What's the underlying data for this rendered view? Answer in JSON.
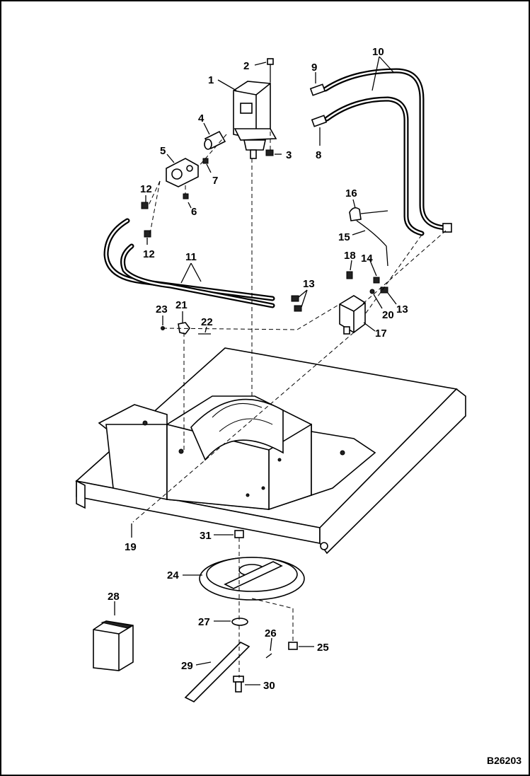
{
  "diagram": {
    "reference_code": "B26203",
    "callouts": [
      "1",
      "2",
      "3",
      "4",
      "5",
      "6",
      "7",
      "8",
      "9",
      "10",
      "11",
      "12",
      "12",
      "13",
      "13",
      "14",
      "15",
      "16",
      "17",
      "18",
      "19",
      "20",
      "21",
      "22",
      "23",
      "24",
      "25",
      "26",
      "27",
      "28",
      "29",
      "30",
      "31"
    ]
  }
}
